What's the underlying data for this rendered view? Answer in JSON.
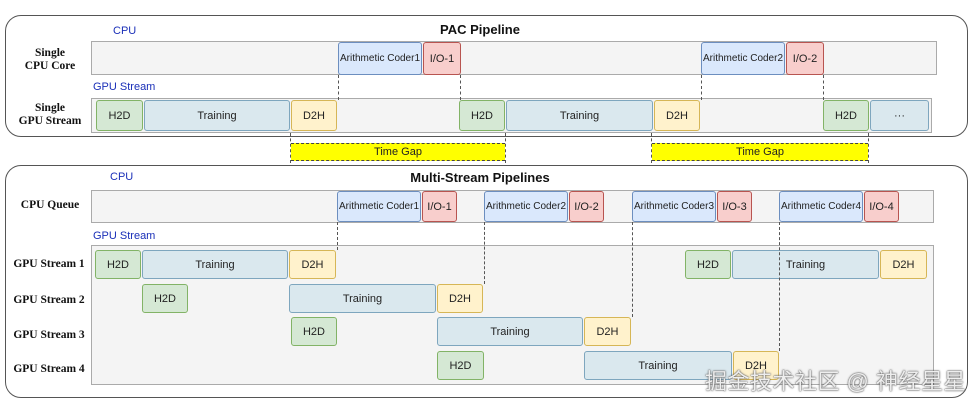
{
  "pac": {
    "title": "PAC Pipeline",
    "cpu_label": "CPU",
    "gpu_label": "GPU Stream",
    "rows": [
      "Single\nCPU Core",
      "Single\nGPU Stream"
    ],
    "blocks": {
      "coder1": "Arithmetic Coder1",
      "io1": "I/O-1",
      "coder2": "Arithmetic Coder2",
      "io2": "I/O-2",
      "h2d": "H2D",
      "training": "Training",
      "d2h": "D2H",
      "ellipsis": "···"
    }
  },
  "time_gap": "Time Gap",
  "multi": {
    "title": "Multi-Stream Pipelines",
    "cpu_label": "CPU",
    "gpu_label": "GPU Stream",
    "rows": [
      "CPU Queue",
      "GPU Stream 1",
      "GPU Stream 2",
      "GPU Stream 3",
      "GPU Stream 4"
    ],
    "blocks": {
      "coder1": "Arithmetic Coder1",
      "io1": "I/O-1",
      "coder2": "Arithmetic Coder2",
      "io2": "I/O-2",
      "coder3": "Arithmetic Coder3",
      "io3": "I/O-3",
      "coder4": "Arithmetic Coder4",
      "io4": "I/O-4",
      "h2d": "H2D",
      "training": "Training",
      "d2h": "D2H"
    }
  },
  "watermark": "掘金技术社区 @ 神经星星"
}
